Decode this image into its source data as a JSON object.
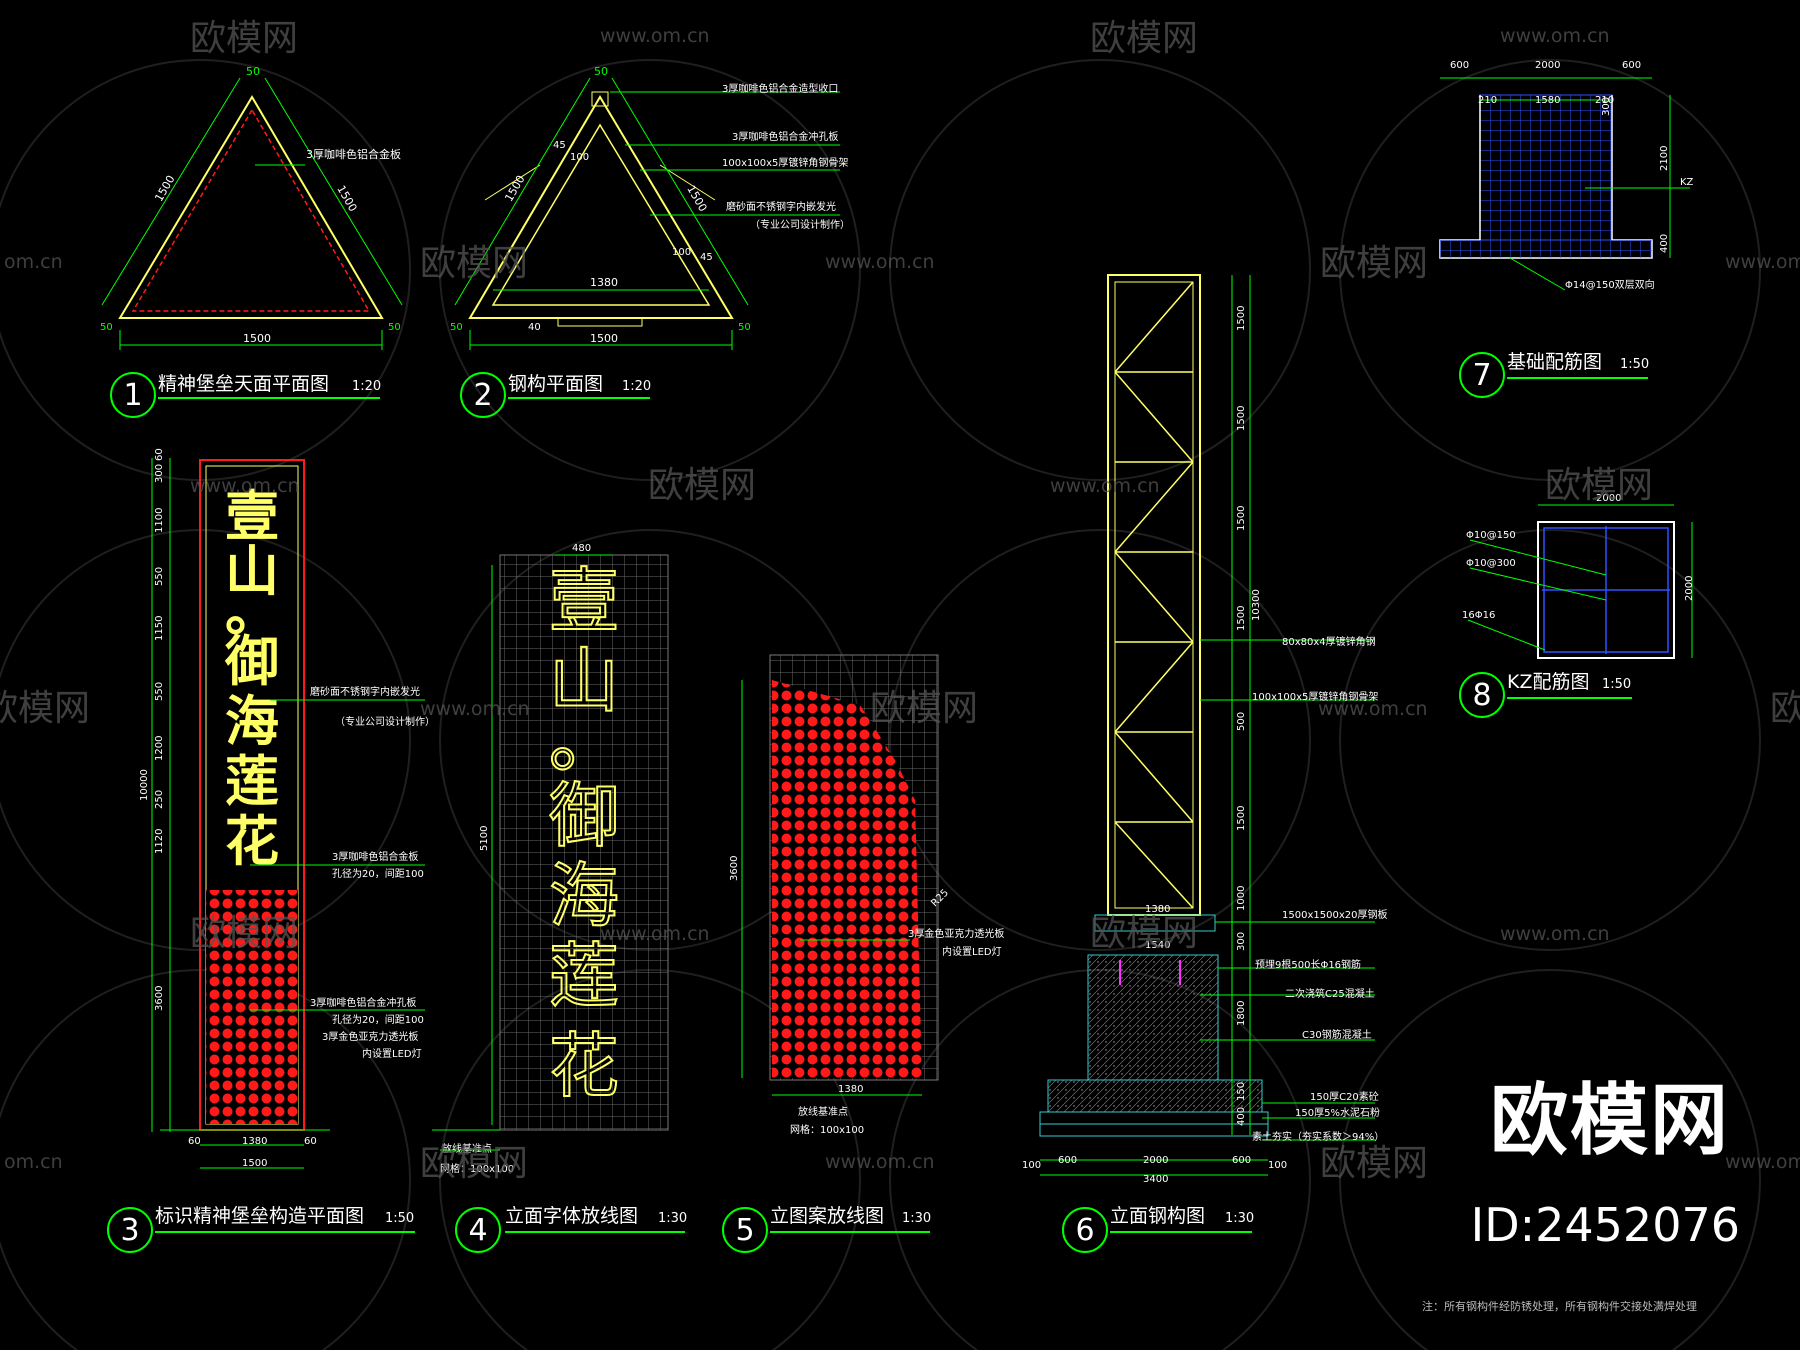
{
  "watermark": {
    "brand": "欧模网",
    "url": "www.om.cn",
    "url_short": "om.cn"
  },
  "brand_block": {
    "name": "欧模网",
    "id": "ID:2452076"
  },
  "footnote": "注：所有钢构件经防锈处理，所有钢构件交接处满焊处理",
  "colors": {
    "bg": "#000000",
    "green": "#00ff00",
    "yellow": "#ffff66",
    "red": "#ff1a1a",
    "blue": "#3050ff",
    "cyan": "#33cccc",
    "white": "#ffffff"
  },
  "drawings": [
    {
      "num": "1",
      "title": "精神堡垒天面平面图",
      "scale": "1:20"
    },
    {
      "num": "2",
      "title": "钢构平面图",
      "scale": "1:20"
    },
    {
      "num": "3",
      "title": "标识精神堡垒构造平面图",
      "scale": "1:50"
    },
    {
      "num": "4",
      "title": "立面字体放线图",
      "scale": "1:30"
    },
    {
      "num": "5",
      "title": "立图案放线图",
      "scale": "1:30"
    },
    {
      "num": "6",
      "title": "立面钢构图",
      "scale": "1:30"
    },
    {
      "num": "7",
      "title": "基础配筋图",
      "scale": "1:50"
    },
    {
      "num": "8",
      "title": "KZ配筋图",
      "scale": "1:50"
    }
  ],
  "d1": {
    "notes": [
      "3厚咖啡色铝合金板"
    ],
    "dims": [
      "50",
      "1500",
      "1500",
      "1500",
      "50",
      "50"
    ]
  },
  "d2": {
    "notes": [
      "3厚咖啡色铝合金造型收口",
      "3厚咖啡色铝合金冲孔板",
      "100x100x5厚镀锌角钢骨架",
      "磨砂面不锈钢字内嵌发光",
      "（专业公司设计制作）"
    ],
    "dims": [
      "50",
      "1500",
      "1500",
      "1380",
      "1500",
      "45",
      "100",
      "100",
      "45",
      "40",
      "50",
      "50"
    ]
  },
  "d3": {
    "calligraphy": [
      "壹",
      "山",
      "。",
      "御",
      "海",
      "莲",
      "花"
    ],
    "notes": [
      "磨砂面不锈钢字内嵌发光",
      "（专业公司设计制作）",
      "3厚咖啡色铝合金板",
      "孔径为20，间距100",
      "3厚咖啡色铝合金冲孔板",
      "孔径为20，间距100",
      "3厚金色亚克力透光板",
      "内设置LED灯"
    ],
    "dims_v": [
      "60",
      "300",
      "1100",
      "550",
      "1150",
      "550",
      "1200",
      "250",
      "1120",
      "3600"
    ],
    "dim_total": "10000",
    "dims_bottom": [
      "60",
      "1380",
      "60",
      "1500"
    ]
  },
  "d4": {
    "calligraphy": [
      "壹",
      "山",
      "。",
      "御",
      "海",
      "莲",
      "花"
    ],
    "dims": [
      "480",
      "5100"
    ],
    "notes": [
      "放线基准点",
      "网格：100x100"
    ]
  },
  "d5": {
    "dims": [
      "3600",
      "1380"
    ],
    "notes": [
      "3厚金色亚克力透光板",
      "内设置LED灯",
      "放线基准点",
      "网格：100x100"
    ],
    "radius": "R25"
  },
  "d6": {
    "dims_v": [
      "1500",
      "1500",
      "1500",
      "1500",
      "500",
      "1500",
      "1000",
      "300",
      "1800",
      "150",
      "400"
    ],
    "dim_total": "10300",
    "dims_h": [
      "1380",
      "1540",
      "100",
      "600",
      "2000",
      "600",
      "100",
      "3400"
    ],
    "notes": [
      "80x80x4厚镀锌角钢",
      "100x100x5厚镀锌角钢骨架",
      "1500x1500x20厚钢板",
      "预埋9根500长Φ16钢筋",
      "二次浇筑C25混凝土",
      "C30钢筋混凝土",
      "150厚C20素砼",
      "150厚5%水泥石粉",
      "素土夯实（夯实系数＞94%）"
    ]
  },
  "d7": {
    "dims_top": [
      "600",
      "2000",
      "600"
    ],
    "dims_inner": [
      "210",
      "1580",
      "210",
      "300"
    ],
    "dims_v": [
      "2100",
      "400"
    ],
    "notes": [
      "KZ",
      "Φ14@150双层双向"
    ]
  },
  "d8": {
    "dims": [
      "2000",
      "2000"
    ],
    "notes": [
      "Φ10@150",
      "Φ10@300",
      "16Φ16"
    ]
  }
}
